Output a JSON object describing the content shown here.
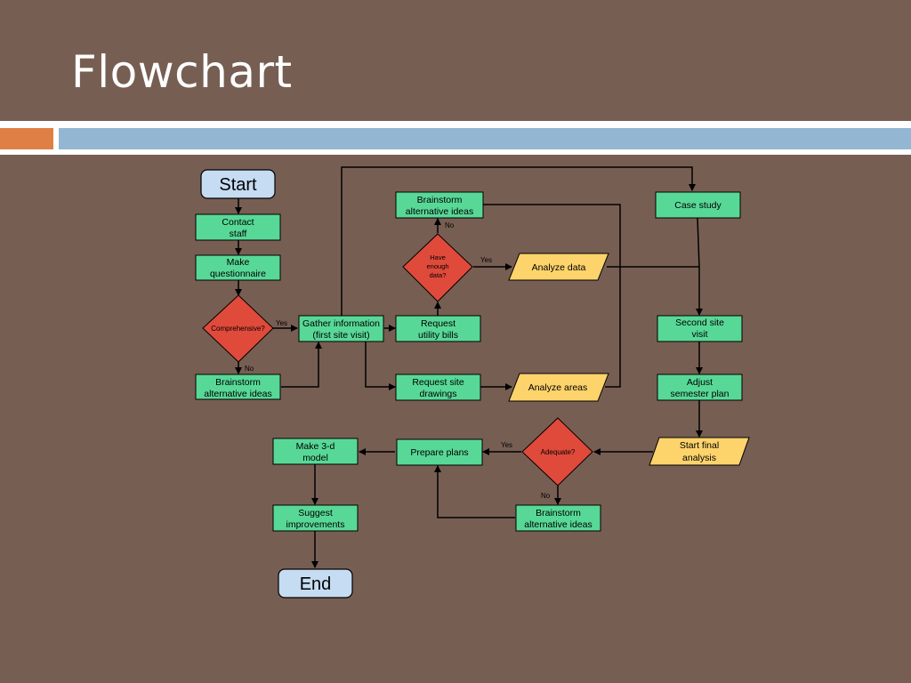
{
  "slide": {
    "title": "Flowchart"
  },
  "colors": {
    "background": "#775e53",
    "process": "#58d897",
    "terminal": "#c5dcf2",
    "decision": "#e04a3b",
    "data": "#fdd36c",
    "accent_orange": "#e07f45",
    "accent_blue": "#93b7d3"
  },
  "nodes": {
    "start": {
      "label": "Start"
    },
    "contact_staff": {
      "line1": "Contact",
      "line2": "staff"
    },
    "make_questionnaire": {
      "line1": "Make",
      "line2": "questionnaire"
    },
    "comprehensive": {
      "label": "Comprehensive?"
    },
    "brainstorm_1": {
      "line1": "Brainstorm",
      "line2": "alternative ideas"
    },
    "gather_info": {
      "line1": "Gather information",
      "line2": "(first site visit)"
    },
    "brainstorm_2": {
      "line1": "Brainstorm",
      "line2": "alternative ideas"
    },
    "have_enough_data": {
      "line1": "Have",
      "line2": "enough",
      "line3": "data?"
    },
    "request_utility": {
      "line1": "Request",
      "line2": "utility bills"
    },
    "analyze_data": {
      "label": "Analyze data"
    },
    "request_drawings": {
      "line1": "Request site",
      "line2": "drawings"
    },
    "analyze_areas": {
      "label": "Analyze areas"
    },
    "case_study": {
      "label": "Case study"
    },
    "second_site_visit": {
      "line1": "Second site",
      "line2": "visit"
    },
    "adjust_plan": {
      "line1": "Adjust",
      "line2": "semester plan"
    },
    "start_final": {
      "line1": "Start final",
      "line2": "analysis"
    },
    "adequate": {
      "label": "Adequate?"
    },
    "prepare_plans": {
      "label": "Prepare plans"
    },
    "brainstorm_3": {
      "line1": "Brainstorm",
      "line2": "alternative ideas"
    },
    "make_model": {
      "line1": "Make 3-d",
      "line2": "model"
    },
    "suggest": {
      "line1": "Suggest",
      "line2": "improvements"
    },
    "end": {
      "label": "End"
    }
  },
  "edge_labels": {
    "comprehensive_yes": "Yes",
    "comprehensive_no": "No",
    "enough_yes": "Yes",
    "enough_no": "No",
    "adequate_yes": "Yes",
    "adequate_no": "No"
  }
}
